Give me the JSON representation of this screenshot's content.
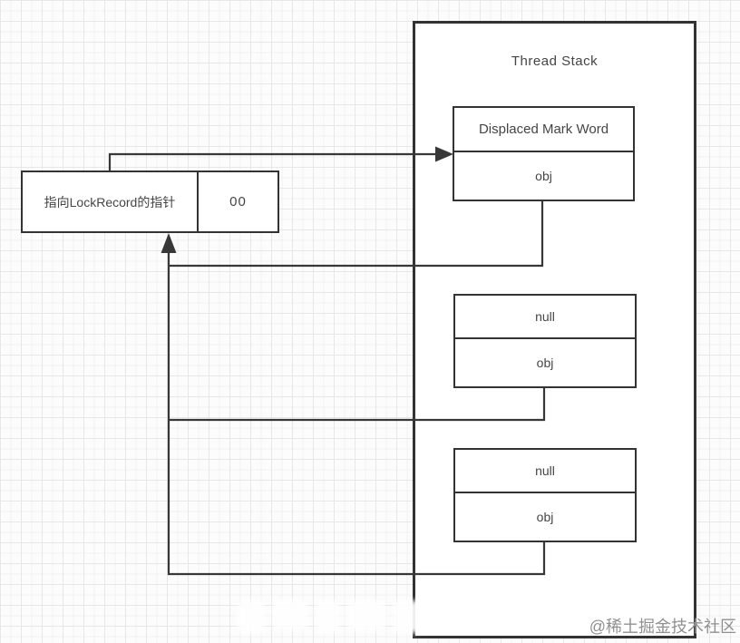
{
  "diagram": {
    "thread_stack": {
      "title": "Thread Stack",
      "frames": [
        {
          "top": "Displaced Mark Word",
          "bottom": "obj"
        },
        {
          "top": "null",
          "bottom": "obj"
        },
        {
          "top": "null",
          "bottom": "obj"
        }
      ]
    },
    "object_header": {
      "pointer_label": "指向LockRecord的指针",
      "lock_flag": "00"
    },
    "watermark": "@稀土掘金技术社区"
  }
}
